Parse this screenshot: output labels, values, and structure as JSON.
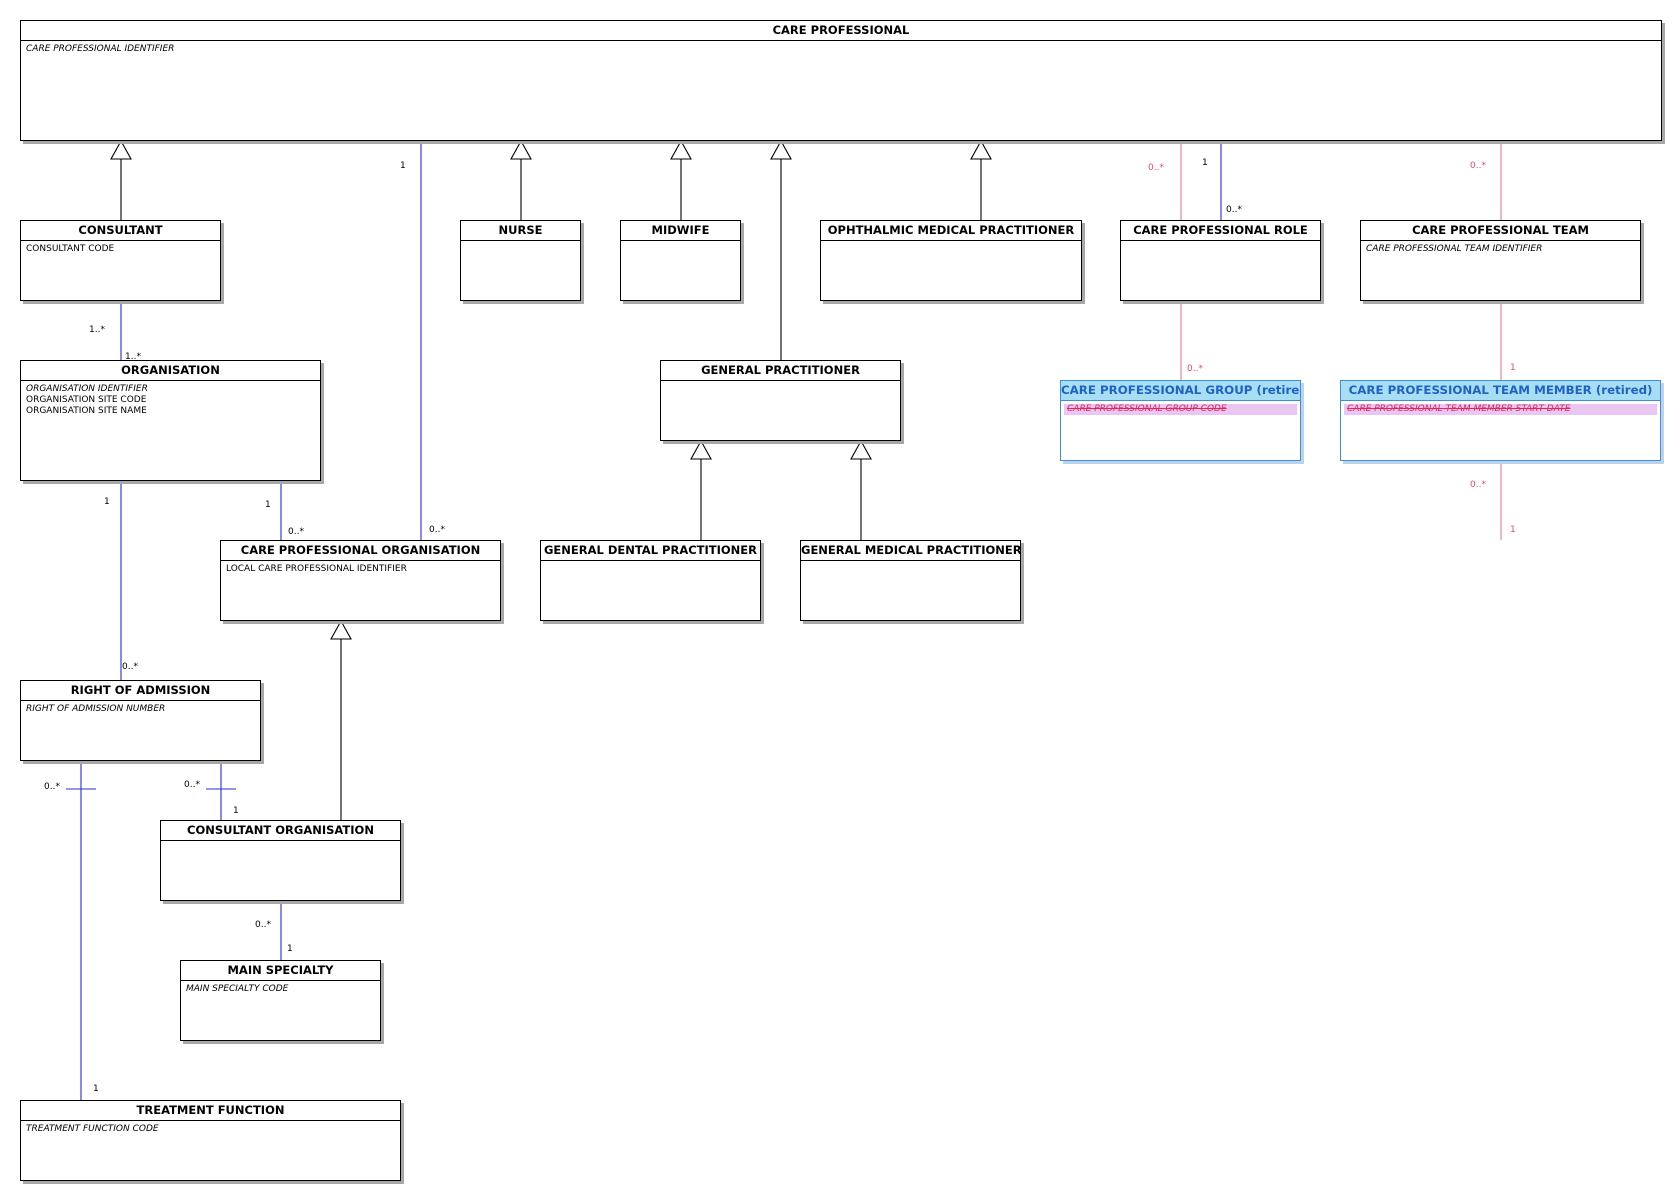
{
  "entities": {
    "care_professional": {
      "title": "CARE PROFESSIONAL",
      "attrs": [
        {
          "text": "CARE PROFESSIONAL IDENTIFIER",
          "style": "italic"
        }
      ]
    },
    "consultant": {
      "title": "CONSULTANT",
      "attrs": [
        {
          "text": "CONSULTANT CODE",
          "style": "normal"
        }
      ]
    },
    "nurse": {
      "title": "NURSE",
      "attrs": []
    },
    "midwife": {
      "title": "MIDWIFE",
      "attrs": []
    },
    "ophthalmic": {
      "title": "OPHTHALMIC MEDICAL PRACTITIONER",
      "attrs": []
    },
    "cp_role": {
      "title": "CARE PROFESSIONAL ROLE",
      "attrs": []
    },
    "cp_team": {
      "title": "CARE PROFESSIONAL TEAM",
      "attrs": [
        {
          "text": "CARE PROFESSIONAL TEAM IDENTIFIER",
          "style": "italic"
        }
      ]
    },
    "organisation": {
      "title": "ORGANISATION",
      "attrs": [
        {
          "text": "ORGANISATION IDENTIFIER",
          "style": "italic"
        },
        {
          "text": "ORGANISATION SITE CODE",
          "style": "normal"
        },
        {
          "text": "ORGANISATION SITE NAME",
          "style": "normal"
        }
      ]
    },
    "gp": {
      "title": "GENERAL PRACTITIONER",
      "attrs": []
    },
    "cp_group": {
      "title": "CARE PROFESSIONAL GROUP (retired)",
      "attrs": [
        {
          "text": "CARE PROFESSIONAL GROUP CODE",
          "style": "struck"
        }
      ]
    },
    "cp_team_member": {
      "title": "CARE PROFESSIONAL TEAM MEMBER (retired)",
      "attrs": [
        {
          "text": "CARE PROFESSIONAL TEAM MEMBER START DATE",
          "style": "struck"
        }
      ]
    },
    "cp_org": {
      "title": "CARE PROFESSIONAL ORGANISATION",
      "attrs": [
        {
          "text": "LOCAL CARE PROFESSIONAL IDENTIFIER",
          "style": "normal"
        }
      ]
    },
    "gdp": {
      "title": "GENERAL DENTAL PRACTITIONER",
      "attrs": []
    },
    "gmp": {
      "title": "GENERAL MEDICAL PRACTITIONER",
      "attrs": []
    },
    "roa": {
      "title": "RIGHT OF ADMISSION",
      "attrs": [
        {
          "text": "RIGHT OF ADMISSION NUMBER",
          "style": "italic"
        }
      ]
    },
    "consultant_org": {
      "title": "CONSULTANT ORGANISATION",
      "attrs": []
    },
    "main_specialty": {
      "title": "MAIN SPECIALTY",
      "attrs": [
        {
          "text": "MAIN SPECIALTY CODE",
          "style": "italic"
        }
      ]
    },
    "treatment_function": {
      "title": "TREATMENT FUNCTION",
      "attrs": [
        {
          "text": "TREATMENT FUNCTION CODE",
          "style": "italic"
        }
      ]
    }
  },
  "multiplicities": {
    "cons_org_top": "1..*",
    "cons_org_bottom": "1..*",
    "cp_cporg_top": "1",
    "cp_cporg_bottom": "0..*",
    "org_cporg_top": "1",
    "org_cporg_bottom": "0..*",
    "org_roa_top": "1",
    "org_roa_bottom": "0..*",
    "roa_tf_top": "0..*",
    "roa_tf_bottom": "1",
    "roa_co_top": "0..*",
    "roa_co_bottom": "1",
    "co_ms_top": "0..*",
    "co_ms_bottom": "1",
    "cp_role_top": "1",
    "cp_role_bottom": "0..*",
    "cp_group_top": "0..*",
    "cp_group_bottom": "0..*",
    "cp_team_top": "0..*",
    "cp_team_member_top": "1",
    "cp_team_member_bottom_a": "0..*",
    "cp_team_member_bottom_b": "1"
  },
  "colors": {
    "line_black": "#000000",
    "line_blue": "#2b2bd6",
    "line_pink": "#e9789e",
    "retired_header": "#a8def3",
    "retired_text": "#1f62c6",
    "struck_bg": "#e9c7f2",
    "struck_text": "#e0245c"
  }
}
